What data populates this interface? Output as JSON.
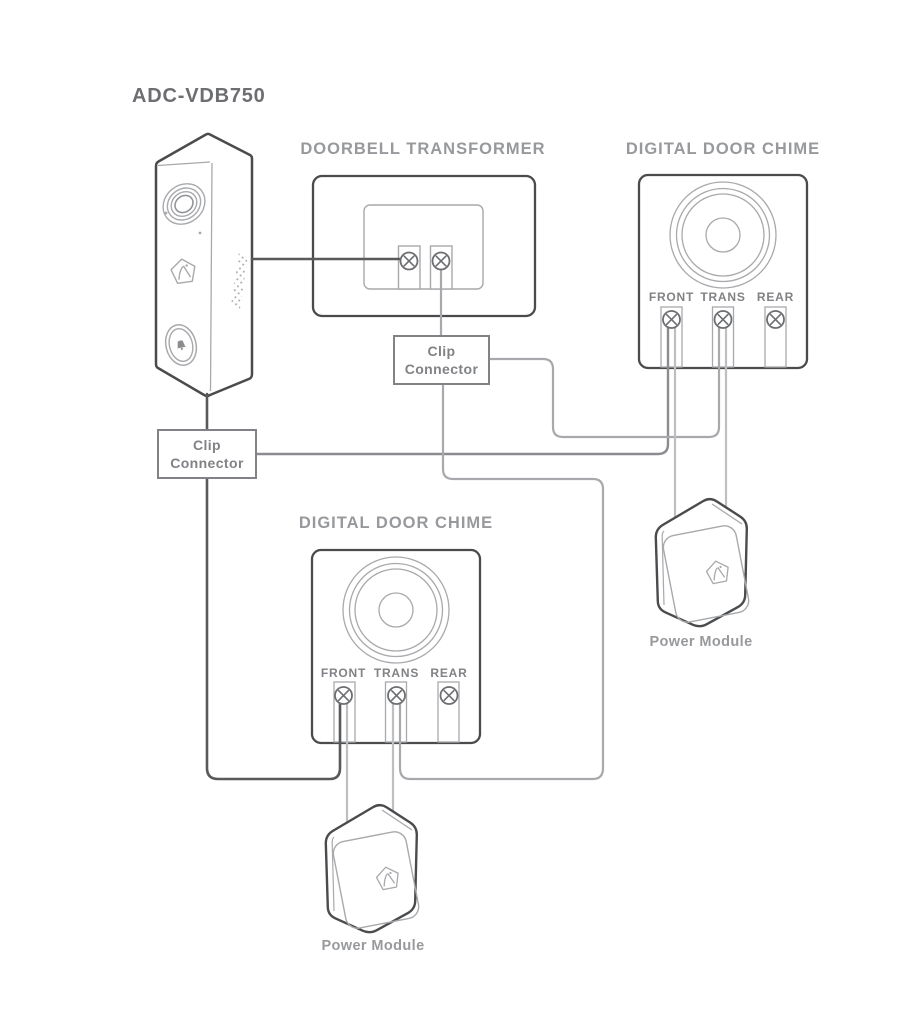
{
  "title": "ADC-VDB750",
  "transformer": {
    "label": "DOORBELL TRANSFORMER"
  },
  "chime_top": {
    "label": "DIGITAL DOOR CHIME",
    "terminals": [
      "FRONT",
      "TRANS",
      "REAR"
    ]
  },
  "chime_middle": {
    "label": "DIGITAL DOOR CHIME",
    "terminals": [
      "FRONT",
      "TRANS",
      "REAR"
    ]
  },
  "clip_top": {
    "line1": "Clip",
    "line2": "Connector"
  },
  "clip_bottom": {
    "line1": "Clip",
    "line2": "Connector"
  },
  "power_module_right": {
    "label": "Power Module"
  },
  "power_module_bottom": {
    "label": "Power Module"
  },
  "colors": {
    "outline_dark": "#4a4b4d",
    "detail_light": "#a7a9ac",
    "screw_gray": "#6d6e71",
    "wire_dark": "#58595b",
    "wire_medium": "#8a8c8f",
    "wire_light": "#a7a9ac",
    "wire_faint": "#bdbfc1",
    "label_gray": "#97999c",
    "title_gray": "#6d6e71",
    "terminal_label_gray": "#808285",
    "clip_text_gray": "#808285",
    "clip_border_gray": "#808285",
    "background": "#ffffff"
  }
}
